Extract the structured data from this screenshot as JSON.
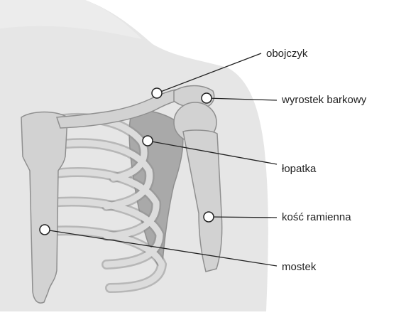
{
  "diagram": {
    "labels": {
      "clavicle": "obojczyk",
      "acromion": "wyrostek barkowy",
      "scapula": "łopatka",
      "humerus": "kość ramienna",
      "sternum": "mostek"
    },
    "colors": {
      "background": "#ffffff",
      "skin": "#e6e6e6",
      "bone": "#d2d2d2",
      "bone_dark": "#8f8f8f",
      "scapula": "#a9a9a9",
      "leader_line": "#222222",
      "marker_fill": "#ffffff"
    }
  }
}
